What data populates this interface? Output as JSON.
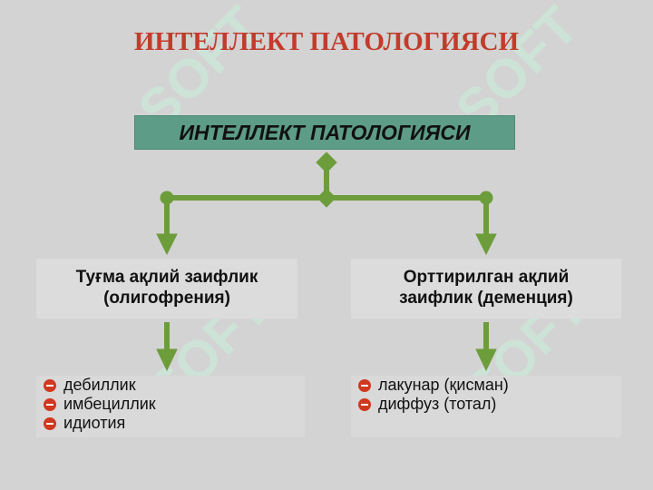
{
  "title": "ИНТЕЛЛЕКТ ПАТОЛОГИЯСИ",
  "header_box": "ИНТЕЛЛЕКТ ПАТОЛОГИЯСИ",
  "left": {
    "heading_line1": "Туғма ақлий заифлик",
    "heading_line2": "(олигофрения)",
    "items": [
      "дебиллик",
      "имбециллик",
      "идиотия"
    ]
  },
  "right": {
    "heading_line1": "Орттирилган ақлий",
    "heading_line2": "заифлик (деменция)",
    "items": [
      "лакунар (қисман)",
      "диффуз (тотал)"
    ]
  },
  "watermark": "SOFT",
  "colors": {
    "title": "#c23b2b",
    "header": "#5d9c86",
    "connector": "#6d9d3b",
    "bullet": "#d0381f"
  }
}
